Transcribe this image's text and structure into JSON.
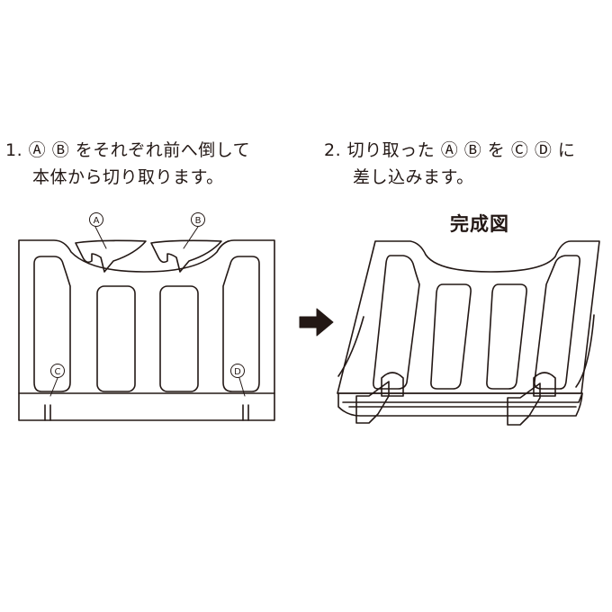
{
  "steps": [
    {
      "line1": "1. Ⓐ Ⓑ をそれぞれ前へ倒して",
      "line2": "本体から切り取ります。"
    },
    {
      "line1": "2. 切り取った Ⓐ Ⓑ を Ⓒ Ⓓ に",
      "line2": "差し込みます。"
    }
  ],
  "completed_label": "完成図",
  "callouts": {
    "a": "A",
    "b": "B",
    "c": "C",
    "d": "D"
  },
  "colors": {
    "line": "#231815",
    "arrow": "#231815",
    "background": "#ffffff"
  }
}
